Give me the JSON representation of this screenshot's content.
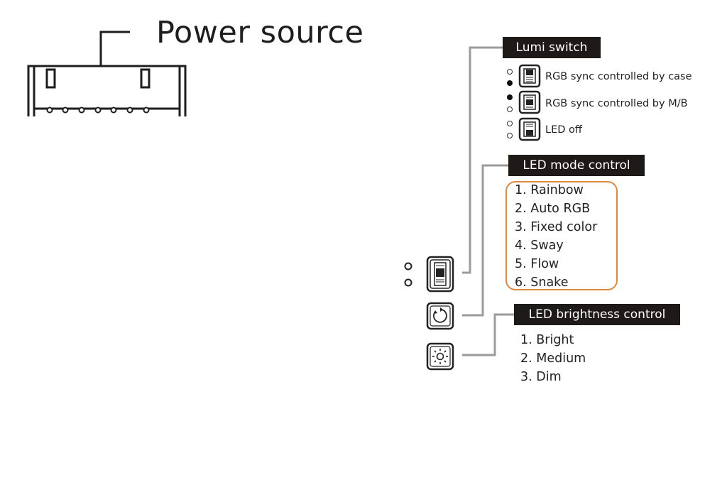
{
  "title": "Power source",
  "lumi_switch": {
    "label": "Lumi switch",
    "options": [
      {
        "text": "RGB sync controlled by case",
        "position": "top"
      },
      {
        "text": "RGB sync controlled by M/B",
        "position": "middle"
      },
      {
        "text": "LED off",
        "position": "bottom"
      }
    ]
  },
  "led_mode": {
    "label": "LED mode control",
    "modes": [
      "1. Rainbow",
      "2. Auto RGB",
      "3. Fixed color",
      "4. Sway",
      "5. Flow",
      "6. Snake"
    ]
  },
  "led_brightness": {
    "label": "LED brightness control",
    "levels": [
      "1. Bright",
      "2. Medium",
      "3. Dim"
    ]
  },
  "colors": {
    "label_bg": "#1e1a17",
    "mode_frame": "#e0893b",
    "connector": "#6e6e6e"
  },
  "icons": [
    "power-connector-icon",
    "slide-switch-icon",
    "mode-cycle-icon",
    "brightness-sun-icon"
  ]
}
